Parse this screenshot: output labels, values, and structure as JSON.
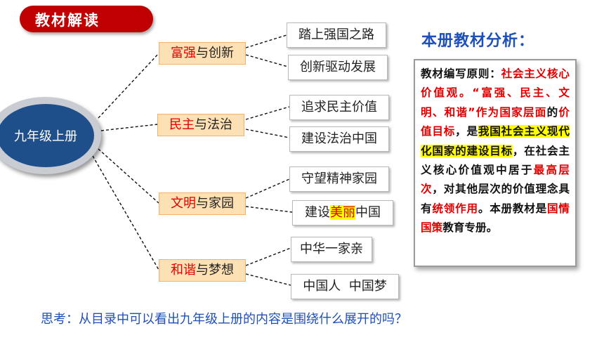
{
  "header": {
    "title": "教材解读"
  },
  "root": {
    "label": "九年级上册"
  },
  "branches": [
    {
      "highlight": "富强",
      "rest": "与创新",
      "leaves": [
        {
          "text": "踏上强国之路"
        },
        {
          "text": "创新驱动发展"
        }
      ]
    },
    {
      "highlight": "民主",
      "rest": "与法治",
      "leaves": [
        {
          "text": "追求民主价值"
        },
        {
          "text": "建设法治中国"
        }
      ]
    },
    {
      "highlight": "文明",
      "rest": "与家园",
      "leaves": [
        {
          "text": "守望精神家园"
        },
        {
          "pre": "建设",
          "mark": "美丽",
          "post": "中国"
        }
      ]
    },
    {
      "highlight": "和谐",
      "rest": "与梦想",
      "leaves": [
        {
          "text": "中华一家亲"
        },
        {
          "text": "中国人  中国梦"
        }
      ]
    }
  ],
  "analysis": {
    "title": "本册教材分析：",
    "p1": "教材编写原则：",
    "p2": "社会主义核心价值观",
    "p3": "。“富强、民主、文明、和谐”作为",
    "p4": "国家层面",
    "p5": "的",
    "p6": "价值目标",
    "p7": "，是",
    "p8": "我国社会主义现代化国家的建设目标",
    "p9": "，在社会主义核心价值观中居于",
    "p10": "最高层次",
    "p11": "，对其他层次的价值理念具有",
    "p12": "统领作用",
    "p13": "。本册教材是",
    "p14": "国情国策",
    "p15": "教育专册。"
  },
  "question": "思考：从目录中可以看出九年级上册的内容是围绕什么展开的吗？",
  "colors": {
    "accent_red": "#c00000",
    "title_blue": "#1f4fb8",
    "root_blue": "#1f4f8a",
    "branch_fill": "#fde0b3"
  }
}
